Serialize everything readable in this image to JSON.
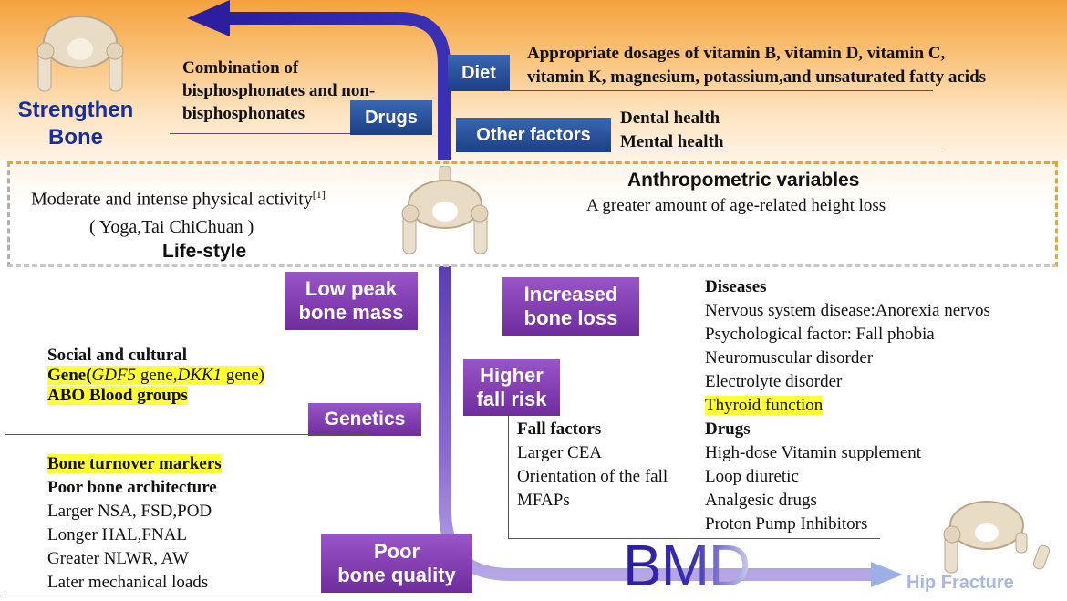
{
  "strengthen": {
    "line1": "Strengthen",
    "line2": "Bone"
  },
  "drugs_combo": {
    "line1": "Combination of",
    "line2": "bisphosphonates and non-",
    "line3": "bisphosphonates"
  },
  "boxes": {
    "diet": "Diet",
    "drugs": "Drugs",
    "other_factors": "Other factors",
    "low_peak_1": "Low peak",
    "low_peak_2": "bone mass",
    "increased_1": "Increased",
    "increased_2": "bone loss",
    "higher_1": "Higher",
    "higher_2": "fall risk",
    "genetics": "Genetics",
    "poor_1": "Poor",
    "poor_2": "bone quality"
  },
  "diet_text": {
    "line1": "Appropriate dosages of vitamin B, vitamin D, vitamin C,",
    "line2": "vitamin K, magnesium, potassium,and unsaturated fatty acids"
  },
  "other_text": {
    "line1": "Dental health",
    "line2": "Mental health"
  },
  "lifestyle": {
    "activity": "Moderate and intense physical activity",
    "ref": "[1]",
    "examples": "( Yoga,Tai ChiChuan )",
    "title": "Life-style"
  },
  "anthropometric": {
    "title": "Anthropometric variables",
    "text": "A greater amount of age-related height loss"
  },
  "genetics_text": {
    "social": "Social and cultural",
    "gene_prefix": "Gene(",
    "gene1": "GDF5",
    "gene_mid": " gene,",
    "gene2": "DKK1",
    "gene_suffix": " gene)",
    "abo": "ABO Blood groups"
  },
  "quality_text": {
    "turnover": "Bone turnover markers",
    "architecture": "Poor bone architecture",
    "items": [
      "Larger NSA, FSD,POD",
      "Longer HAL,FNAL",
      "Greater NLWR, AW",
      "Later mechanical loads"
    ]
  },
  "fall_text": {
    "title": "Fall factors",
    "items": [
      "Larger CEA",
      "Orientation of the fall",
      "MFAPs"
    ]
  },
  "diseases_text": {
    "title": "Diseases",
    "items": [
      "Nervous system disease:Anorexia nervos",
      "Psychological factor: Fall phobia",
      "Neuromuscular disorder",
      "Electrolyte disorder"
    ],
    "thyroid": "Thyroid function",
    "drugs_title": "Drugs",
    "drugs_items": [
      "High-dose Vitamin supplement",
      "Loop diuretic",
      "Analgesic drugs",
      "Proton Pump Inhibitors"
    ]
  },
  "bmd": "BMD",
  "hip_fracture": "Hip Fracture",
  "colors": {
    "blue_box": "#1c3f86",
    "purple_box": "#6e2c9c",
    "arrow_up": "#2b1fa0",
    "arrow_down": "#7b52c4",
    "highlight": "#ffff33",
    "strengthen_text": "#1a2e9a"
  }
}
